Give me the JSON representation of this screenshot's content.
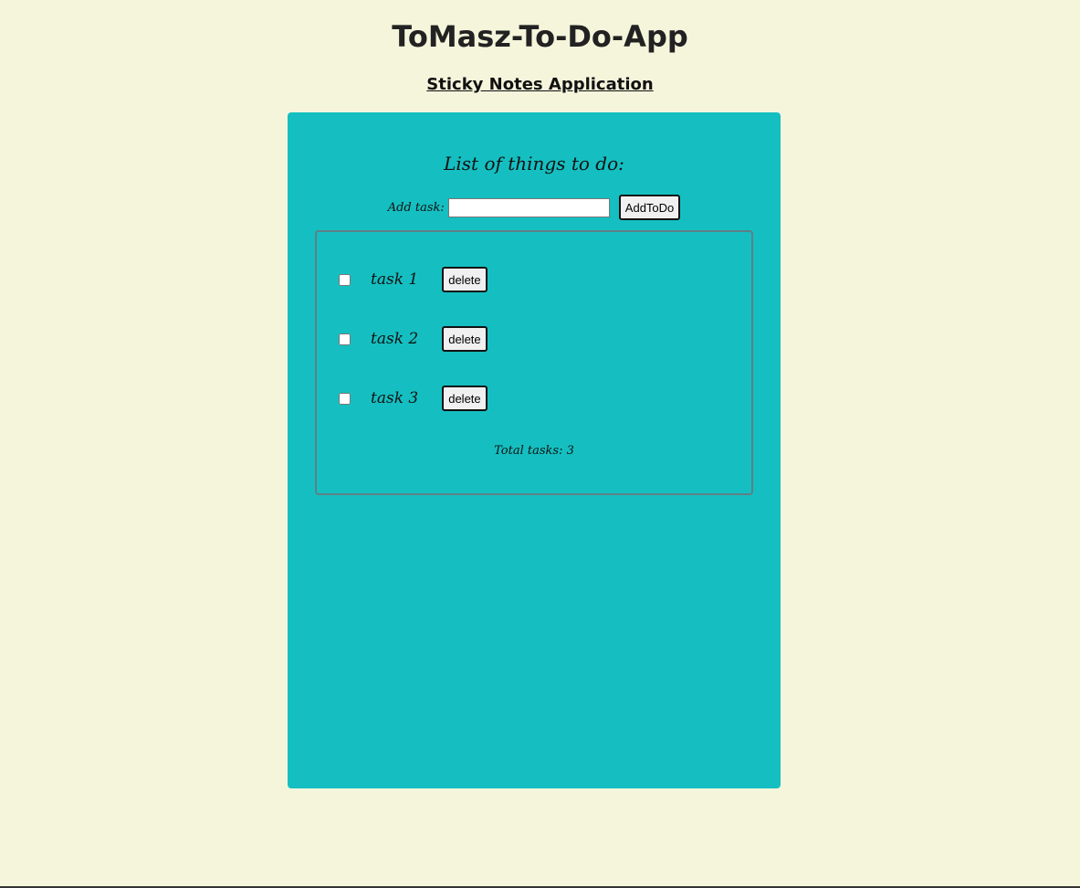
{
  "header": {
    "title": "ToMasz-To-Do-App",
    "subtitle": "Sticky Notes Application"
  },
  "note": {
    "heading": "List of things to do:",
    "add_label": "Add task:",
    "input_value": "",
    "add_button": "AddToDo",
    "tasks": [
      {
        "label": "task 1",
        "checked": false,
        "delete_label": "delete"
      },
      {
        "label": "task 2",
        "checked": false,
        "delete_label": "delete"
      },
      {
        "label": "task 3",
        "checked": false,
        "delete_label": "delete"
      }
    ],
    "total_text": "Total tasks: 3"
  },
  "colors": {
    "background": "#f5f5dc",
    "note": "#15bfc1",
    "task_box_border": "#5f7f86"
  }
}
